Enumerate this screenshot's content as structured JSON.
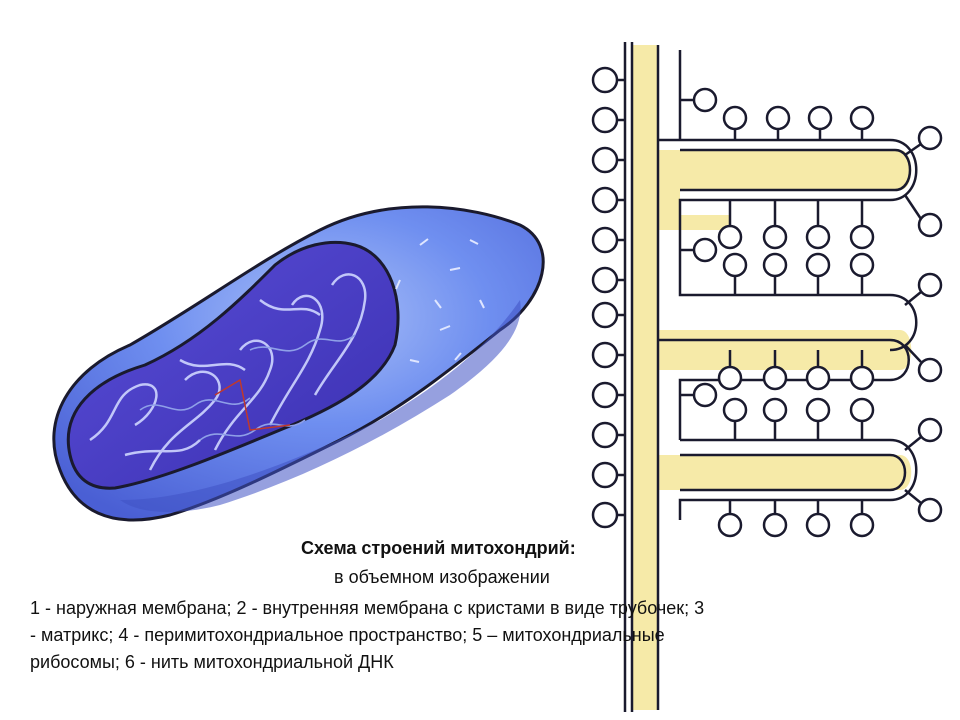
{
  "caption": {
    "title": "Схема строений митохондрий:",
    "subtitle": "в объемном изображении",
    "legend_lines": [
      "1 - наружная мембрана; 2 - внутренняя мембрана с кристами в виде трубочек; 3",
      "- матрикс; 4 - перимитохондриальное пространство; 5 – митохондриальные",
      "рибосомы; 6 - нить митохондриальной ДНК"
    ]
  },
  "colors": {
    "mitochondrion_outer": "#6f8ff0",
    "mitochondrion_inner": "#4a3fc4",
    "crista_fill": "#5d52d6",
    "membrane_yellow": "#f6eaa8",
    "outline": "#1a1a2e",
    "dna_thread": "#8fa0e8"
  }
}
